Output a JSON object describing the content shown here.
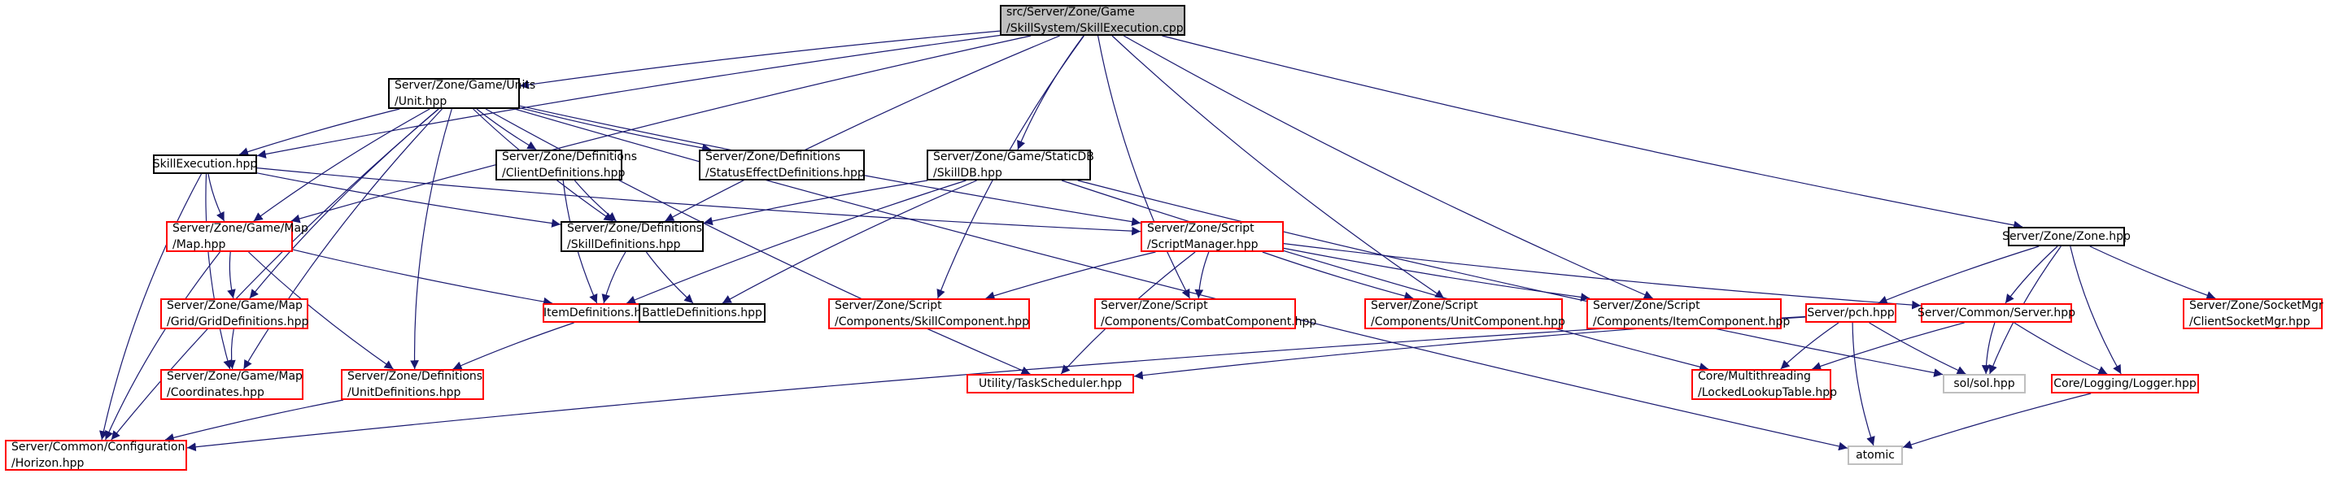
{
  "colors": {
    "edge": "#191970",
    "border_black": "#000000",
    "border_red": "#ff0000",
    "border_grey": "#bfbfbf",
    "root_fill": "#bfbfbf"
  },
  "nodes": [
    {
      "id": "skillexec_cpp",
      "lines": [
        "src/Server/Zone/Game",
        "/SkillSystem/SkillExecution.cpp"
      ],
      "style": "root"
    },
    {
      "id": "unit_hpp",
      "lines": [
        "Server/Zone/Game/Units",
        "/Unit.hpp"
      ],
      "style": "black"
    },
    {
      "id": "zone_hpp",
      "lines": [
        "Server/Zone/Zone.hpp"
      ],
      "style": "black"
    },
    {
      "id": "skillexecution_hpp",
      "lines": [
        "SkillExecution.hpp"
      ],
      "style": "black"
    },
    {
      "id": "clientdefs_hpp",
      "lines": [
        "Server/Zone/Definitions",
        "/ClientDefinitions.hpp"
      ],
      "style": "black"
    },
    {
      "id": "statuseffect_hpp",
      "lines": [
        "Server/Zone/Definitions",
        "/StatusEffectDefinitions.hpp"
      ],
      "style": "black"
    },
    {
      "id": "skilldb_hpp",
      "lines": [
        "Server/Zone/Game/StaticDB",
        "/SkillDB.hpp"
      ],
      "style": "black"
    },
    {
      "id": "map_hpp",
      "lines": [
        "Server/Zone/Game/Map",
        "/Map.hpp"
      ],
      "style": "red"
    },
    {
      "id": "skilldefs_hpp",
      "lines": [
        "Server/Zone/Definitions",
        "/SkillDefinitions.hpp"
      ],
      "style": "black"
    },
    {
      "id": "scriptmanager_hpp",
      "lines": [
        "Server/Zone/Script",
        "/ScriptManager.hpp"
      ],
      "style": "red"
    },
    {
      "id": "griddefs_hpp",
      "lines": [
        "Server/Zone/Game/Map",
        "/Grid/GridDefinitions.hpp"
      ],
      "style": "red"
    },
    {
      "id": "itemdefs_hpp",
      "lines": [
        "ItemDefinitions.hpp"
      ],
      "style": "red"
    },
    {
      "id": "battledefs_hpp",
      "lines": [
        "BattleDefinitions.hpp"
      ],
      "style": "black"
    },
    {
      "id": "skillcomponent_hpp",
      "lines": [
        "Server/Zone/Script",
        "/Components/SkillComponent.hpp"
      ],
      "style": "red"
    },
    {
      "id": "combatcomponent_hpp",
      "lines": [
        "Server/Zone/Script",
        "/Components/CombatComponent.hpp"
      ],
      "style": "red"
    },
    {
      "id": "unitcomponent_hpp",
      "lines": [
        "Server/Zone/Script",
        "/Components/UnitComponent.hpp"
      ],
      "style": "red"
    },
    {
      "id": "itemcomponent_hpp",
      "lines": [
        "Server/Zone/Script",
        "/Components/ItemComponent.hpp"
      ],
      "style": "red"
    },
    {
      "id": "pch_hpp",
      "lines": [
        "Server/pch.hpp"
      ],
      "style": "red"
    },
    {
      "id": "server_hpp",
      "lines": [
        "Server/Common/Server.hpp"
      ],
      "style": "red"
    },
    {
      "id": "clientsocketmgr_hpp",
      "lines": [
        "Server/Zone/SocketMgr",
        "/ClientSocketMgr.hpp"
      ],
      "style": "red"
    },
    {
      "id": "coordinates_hpp",
      "lines": [
        "Server/Zone/Game/Map",
        "/Coordinates.hpp"
      ],
      "style": "red"
    },
    {
      "id": "unitdefs_hpp",
      "lines": [
        "Server/Zone/Definitions",
        "/UnitDefinitions.hpp"
      ],
      "style": "red"
    },
    {
      "id": "taskscheduler_hpp",
      "lines": [
        "Utility/TaskScheduler.hpp"
      ],
      "style": "red"
    },
    {
      "id": "lockedlookup_hpp",
      "lines": [
        "Core/Multithreading",
        "/LockedLookupTable.hpp"
      ],
      "style": "red"
    },
    {
      "id": "sol_hpp",
      "lines": [
        "sol/sol.hpp"
      ],
      "style": "grey"
    },
    {
      "id": "logger_hpp",
      "lines": [
        "Core/Logging/Logger.hpp"
      ],
      "style": "red"
    },
    {
      "id": "horizon_hpp",
      "lines": [
        "Server/Common/Configuration",
        "/Horizon.hpp"
      ],
      "style": "red"
    },
    {
      "id": "atomic",
      "lines": [
        "atomic"
      ],
      "style": "grey"
    }
  ],
  "edges": [
    [
      "skillexec_cpp",
      "unit_hpp"
    ],
    [
      "skillexec_cpp",
      "skillexecution_hpp"
    ],
    [
      "skillexec_cpp",
      "map_hpp"
    ],
    [
      "skillexec_cpp",
      "skilldefs_hpp"
    ],
    [
      "skillexec_cpp",
      "skilldb_hpp"
    ],
    [
      "skillexec_cpp",
      "skillcomponent_hpp"
    ],
    [
      "skillexec_cpp",
      "combatcomponent_hpp"
    ],
    [
      "skillexec_cpp",
      "unitcomponent_hpp"
    ],
    [
      "skillexec_cpp",
      "itemcomponent_hpp"
    ],
    [
      "skillexec_cpp",
      "zone_hpp"
    ],
    [
      "unit_hpp",
      "skillexecution_hpp"
    ],
    [
      "unit_hpp",
      "clientdefs_hpp"
    ],
    [
      "unit_hpp",
      "statuseffect_hpp"
    ],
    [
      "unit_hpp",
      "skilldefs_hpp"
    ],
    [
      "unit_hpp",
      "map_hpp"
    ],
    [
      "unit_hpp",
      "griddefs_hpp"
    ],
    [
      "unit_hpp",
      "coordinates_hpp"
    ],
    [
      "unit_hpp",
      "unitdefs_hpp"
    ],
    [
      "unit_hpp",
      "taskscheduler_hpp"
    ],
    [
      "unit_hpp",
      "scriptmanager_hpp"
    ],
    [
      "unit_hpp",
      "horizon_hpp"
    ],
    [
      "unit_hpp",
      "atomic"
    ],
    [
      "skillexecution_hpp",
      "map_hpp"
    ],
    [
      "skillexecution_hpp",
      "skilldefs_hpp"
    ],
    [
      "skillexecution_hpp",
      "scriptmanager_hpp"
    ],
    [
      "skillexecution_hpp",
      "coordinates_hpp"
    ],
    [
      "skillexecution_hpp",
      "horizon_hpp"
    ],
    [
      "clientdefs_hpp",
      "skilldefs_hpp"
    ],
    [
      "clientdefs_hpp",
      "itemdefs_hpp"
    ],
    [
      "skilldb_hpp",
      "skilldefs_hpp"
    ],
    [
      "skilldb_hpp",
      "itemdefs_hpp"
    ],
    [
      "skilldb_hpp",
      "battledefs_hpp"
    ],
    [
      "skilldb_hpp",
      "lockedlookup_hpp"
    ],
    [
      "skilldb_hpp",
      "sol_hpp"
    ],
    [
      "map_hpp",
      "griddefs_hpp"
    ],
    [
      "map_hpp",
      "itemdefs_hpp"
    ],
    [
      "map_hpp",
      "unitdefs_hpp"
    ],
    [
      "map_hpp",
      "horizon_hpp"
    ],
    [
      "skilldefs_hpp",
      "itemdefs_hpp"
    ],
    [
      "skilldefs_hpp",
      "battledefs_hpp"
    ],
    [
      "griddefs_hpp",
      "coordinates_hpp"
    ],
    [
      "itemdefs_hpp",
      "unitdefs_hpp"
    ],
    [
      "unitdefs_hpp",
      "horizon_hpp"
    ],
    [
      "scriptmanager_hpp",
      "skillcomponent_hpp"
    ],
    [
      "scriptmanager_hpp",
      "combatcomponent_hpp"
    ],
    [
      "scriptmanager_hpp",
      "unitcomponent_hpp"
    ],
    [
      "scriptmanager_hpp",
      "itemcomponent_hpp"
    ],
    [
      "scriptmanager_hpp",
      "taskscheduler_hpp"
    ],
    [
      "scriptmanager_hpp",
      "server_hpp"
    ],
    [
      "zone_hpp",
      "pch_hpp"
    ],
    [
      "zone_hpp",
      "server_hpp"
    ],
    [
      "zone_hpp",
      "clientsocketmgr_hpp"
    ],
    [
      "zone_hpp",
      "logger_hpp"
    ],
    [
      "zone_hpp",
      "sol_hpp"
    ],
    [
      "pch_hpp",
      "taskscheduler_hpp"
    ],
    [
      "pch_hpp",
      "lockedlookup_hpp"
    ],
    [
      "pch_hpp",
      "sol_hpp"
    ],
    [
      "pch_hpp",
      "atomic"
    ],
    [
      "pch_hpp",
      "horizon_hpp"
    ],
    [
      "server_hpp",
      "lockedlookup_hpp"
    ],
    [
      "server_hpp",
      "sol_hpp"
    ],
    [
      "server_hpp",
      "logger_hpp"
    ],
    [
      "logger_hpp",
      "atomic"
    ]
  ]
}
